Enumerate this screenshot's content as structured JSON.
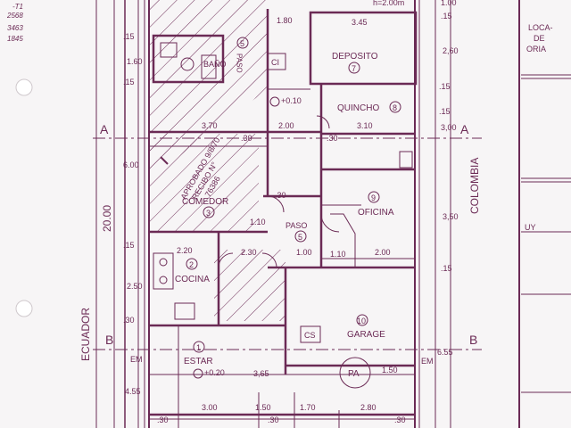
{
  "colors": {
    "ink": "#6b2a55",
    "paper": "#f7f5f6",
    "hole": "#ffffff"
  },
  "handwritten": {
    "l1": "-T1",
    "l2": "2568",
    "l3": "3463",
    "l4": "1845"
  },
  "rooms": {
    "deposito": "DEPOSITO",
    "deposito_n": "7",
    "quincho": "QUINCHO",
    "quincho_n": "8",
    "bano": "BAÑO",
    "paso_top": "PASO",
    "paso_top_n": "5",
    "ci": "CI",
    "comedor": "COMEDOR",
    "comedor_n": "3",
    "oficina": "OFICINA",
    "oficina_n": "9",
    "paso_mid": "PASO",
    "paso_mid_n": "5",
    "cocina": "COCINA",
    "cocina_n": "2",
    "garage": "GARAGE",
    "garage_n": "10",
    "cs": "CS",
    "pa": "PA",
    "estar": "ESTAR",
    "estar_n": "1"
  },
  "streets": {
    "left": "ECUADOR",
    "right": "COLOMBIA"
  },
  "sections": {
    "a": "A",
    "b": "B",
    "em": "EM"
  },
  "stamp": {
    "line1": "APROBADO 9/8/70",
    "line2": "RECIBO N°",
    "line3": "76386"
  },
  "levels": {
    "l1": "+0.10",
    "l2": "+0.20"
  },
  "dims": {
    "d180": "1.80",
    "d345": "3.45",
    "d200m": "h=2.00m",
    "d100": "1.00",
    "d15a": ".15",
    "d160": "1.60",
    "d15b": ".15",
    "d260": "2,60",
    "d15c": ".15",
    "d370": "3.70",
    "d200": "2.00",
    "d310": "3.10",
    "d300": "3,00",
    "d30a": ".30",
    "d30b": ".30",
    "d600": "6.00",
    "d2000": "20.00",
    "d350": "3,50",
    "d30c": ".30",
    "d110": "1.10",
    "d220": "2.20",
    "d230": "2.30",
    "d100b": "1.00",
    "d110b": "1.10",
    "d200b": "2.00",
    "d15d": ".15",
    "d15e": ".15",
    "d15f": ".15",
    "d250": "2.50",
    "d30d": ".30",
    "d655": "6.55",
    "d150": "1.50",
    "d365": "3,65",
    "d455": "4.55",
    "d300b": "3.00",
    "d150b": "1.50",
    "d170": "1.70",
    "d280": "2.80",
    "d30e": ".30",
    "d30f": ".30",
    "d30g": ".30"
  },
  "neighbor": {
    "top": "LOCA-",
    "mid": "DE",
    "bot": "ORIA",
    "uy": "UY"
  }
}
